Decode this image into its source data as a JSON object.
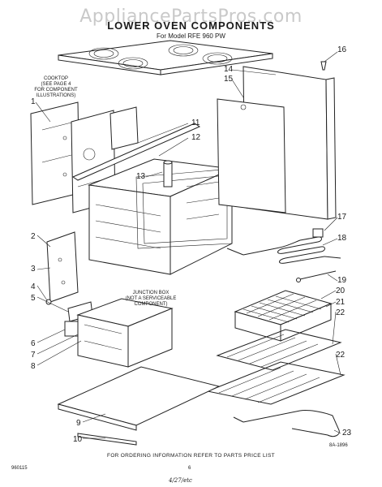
{
  "watermark": "AppliancePartsPros.com",
  "title": "LOWER OVEN COMPONENTS",
  "model": "For Model RFE 960 PW",
  "notes": {
    "cooktop": [
      "COOKTOP",
      "(SEE PAGE 4",
      "FOR COMPONENT",
      "ILLUSTRATIONS)"
    ],
    "junction_box": [
      "JUNCTION BOX",
      "(NOT A SERVICEABLE",
      "COMPONENT)"
    ]
  },
  "callouts": [
    "1",
    "2",
    "3",
    "4",
    "5",
    "6",
    "7",
    "8",
    "9",
    "10",
    "11",
    "12",
    "13",
    "14",
    "15",
    "16",
    "17",
    "18",
    "19",
    "20",
    "21",
    "22",
    "22",
    "23"
  ],
  "diagram_code": "8A-1896",
  "footer": "FOR ORDERING INFORMATION REFER TO PARTS PRICE LIST",
  "page_number": "6",
  "print_code": "960115",
  "signature": "4/27/etc"
}
